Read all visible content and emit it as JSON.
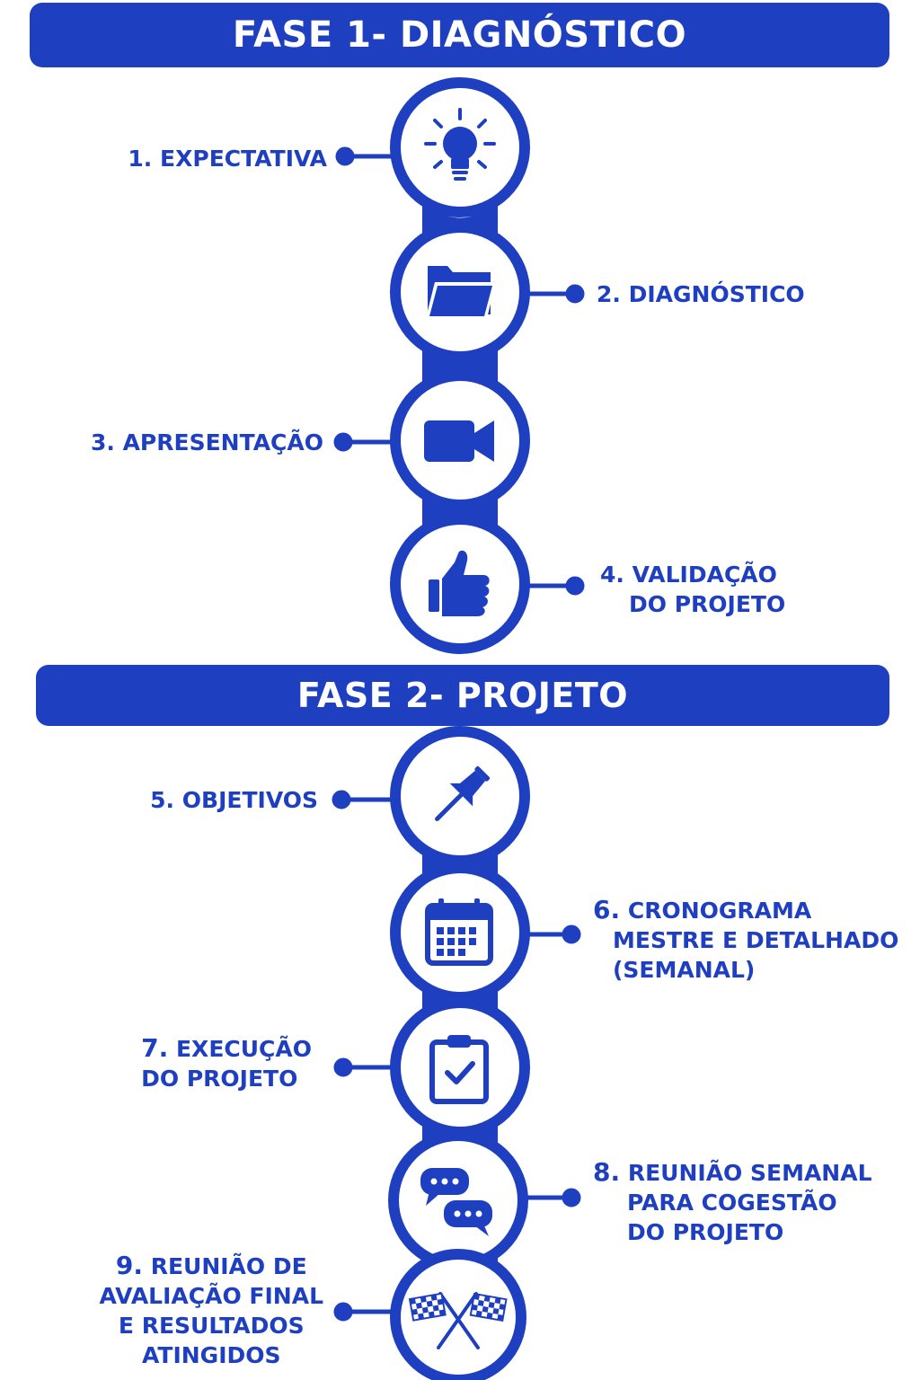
{
  "phases": [
    {
      "title": "FASE 1- DIAGNÓSTICO"
    },
    {
      "title": "FASE 2- PROJETO"
    }
  ],
  "colors": {
    "primary": "#1f3fc1",
    "background": "#ffffff",
    "node_fill": "#ffffff"
  },
  "steps": [
    {
      "number": "1.",
      "lines": [
        "EXPECTATIVA"
      ],
      "icon": "lightbulb-icon"
    },
    {
      "number": "2.",
      "lines": [
        "DIAGNÓSTICO"
      ],
      "icon": "folder-icon"
    },
    {
      "number": "3.",
      "lines": [
        "APRESENTAÇÃO"
      ],
      "icon": "video-camera-icon"
    },
    {
      "number": "4.",
      "lines": [
        "VALIDAÇÃO",
        "DO PROJETO"
      ],
      "icon": "thumbs-up-icon"
    },
    {
      "number": "5.",
      "lines": [
        "OBJETIVOS"
      ],
      "icon": "pushpin-icon"
    },
    {
      "number": "6.",
      "lines": [
        "CRONOGRAMA",
        "MESTRE E DETALHADO",
        "(SEMANAL)"
      ],
      "icon": "calendar-icon"
    },
    {
      "number": "7.",
      "lines": [
        "EXECUÇÃO",
        "DO PROJETO"
      ],
      "icon": "clipboard-check-icon"
    },
    {
      "number": "8.",
      "lines": [
        "REUNIÃO SEMANAL",
        "PARA COGESTÃO",
        "DO PROJETO"
      ],
      "icon": "chat-bubbles-icon"
    },
    {
      "number": "9.",
      "lines": [
        "REUNIÃO DE",
        "AVALIAÇÃO FINAL",
        "E RESULTADOS",
        "ATINGIDOS"
      ],
      "icon": "checkered-flags-icon"
    }
  ]
}
